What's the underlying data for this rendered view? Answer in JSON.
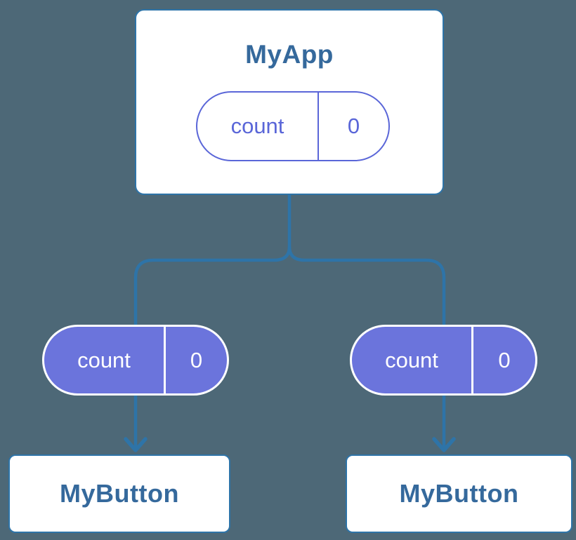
{
  "colors": {
    "background": "#4D6877",
    "line": "#2E74A8",
    "box_border": "#2E74A8",
    "box_fill": "#FFFFFF",
    "heading_text": "#35699C",
    "purple_outline": "#5A66D8",
    "pill_solid_fill": "#6B74DC",
    "pill_solid_text": "#FFFFFF"
  },
  "diagram": {
    "root": {
      "title": "MyApp",
      "pill": {
        "key": "count",
        "value": "0"
      }
    },
    "edge_pills": {
      "left": {
        "key": "count",
        "value": "0"
      },
      "right": {
        "key": "count",
        "value": "0"
      }
    },
    "children": [
      {
        "title": "MyButton"
      },
      {
        "title": "MyButton"
      }
    ]
  }
}
